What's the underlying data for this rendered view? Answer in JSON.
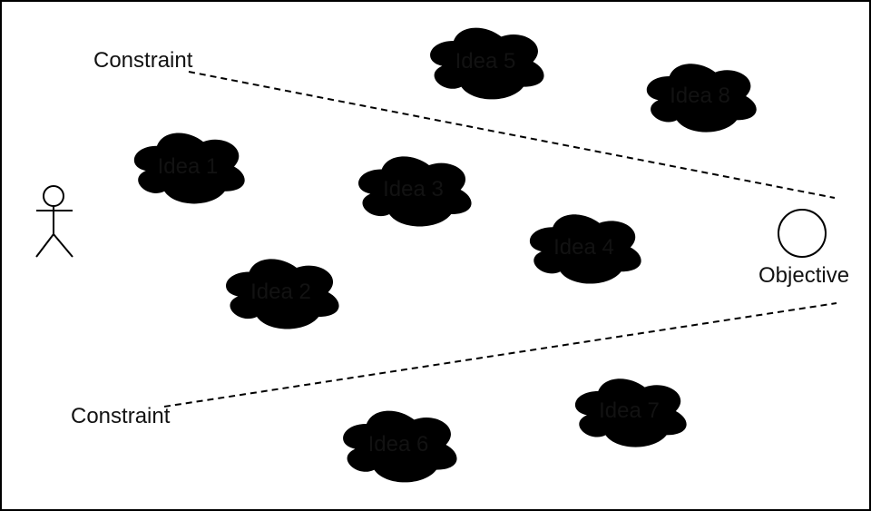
{
  "labels": {
    "constraint_top": "Constraint",
    "constraint_bottom": "Constraint",
    "objective": "Objective"
  },
  "ideas": [
    {
      "label": "Idea 1"
    },
    {
      "label": "Idea 2"
    },
    {
      "label": "Idea 3"
    },
    {
      "label": "Idea 4"
    },
    {
      "label": "Idea 5"
    },
    {
      "label": "Idea 6"
    },
    {
      "label": "Idea 7"
    },
    {
      "label": "Idea 8"
    }
  ],
  "icons": {
    "actor": "stick-figure-icon",
    "objective": "circle-icon",
    "idea": "cloud-icon"
  },
  "colors": {
    "stroke": "#000000",
    "background": "#ffffff",
    "text": "#121212"
  }
}
